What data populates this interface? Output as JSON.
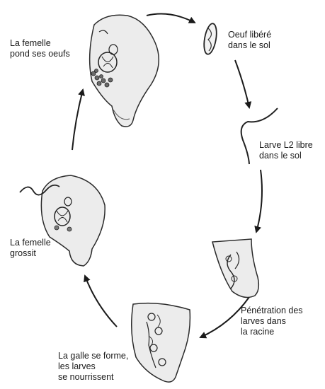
{
  "stages": [
    {
      "lines": [
        "La femelle",
        "pond ses oeufs"
      ]
    },
    {
      "lines": [
        "Oeuf libéré",
        "dans le sol"
      ]
    },
    {
      "lines": [
        "Larve L2 libre",
        "dans le sol"
      ]
    },
    {
      "lines": [
        "Pénétration des",
        "larves dans",
        "la racine"
      ]
    },
    {
      "lines": [
        "La galle se forme,",
        "les larves",
        "se nourrissent"
      ]
    },
    {
      "lines": [
        "La femelle",
        "grossit"
      ]
    }
  ],
  "colors": {
    "ink": "#1a1a1a",
    "tissue_fill": "#ececec",
    "tissue_stroke": "#2a2a2a"
  }
}
